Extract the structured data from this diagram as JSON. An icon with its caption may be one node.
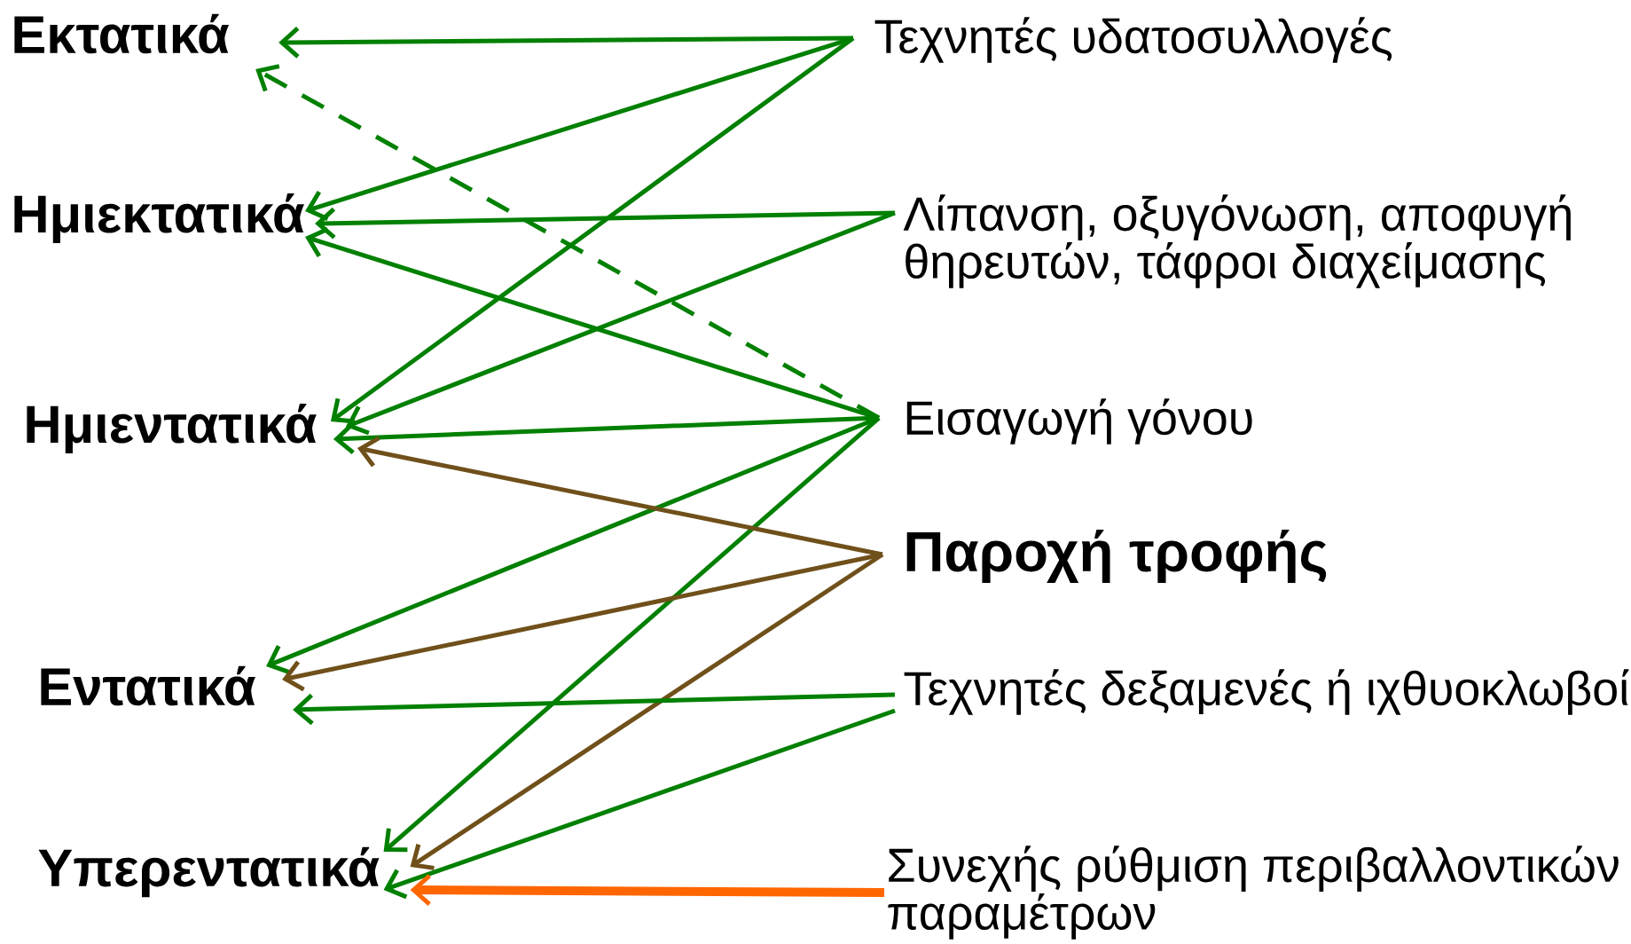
{
  "diagram": {
    "nodes": [
      {
        "text": [
          "Εκτατικά"
        ]
      },
      {
        "text": [
          "Ημιεκτατικά"
        ]
      },
      {
        "text": [
          "Ημιεντατικά"
        ]
      },
      {
        "text": [
          "Εντατικά"
        ]
      },
      {
        "text": [
          "Υπερεντατικά"
        ]
      },
      {
        "text": [
          "Τεχνητές υδατοσυλλογές"
        ]
      },
      {
        "text": [
          "Λίπανση, οξυγόνωση, αποφυγή θηρευτών, τάφροι διαχείμασης"
        ]
      },
      {
        "text": [
          "Εισαγωγή γόνου"
        ]
      },
      {
        "text": [
          "Παροχή τροφής"
        ]
      },
      {
        "text": [
          "Τεχνητές δεξαμενές ή ιχθυοκλωβοί"
        ]
      },
      {
        "text": [
          "Συνεχής ρύθμιση περιβαλλοντικών παραμέτρων"
        ]
      }
    ],
    "edges": [
      {
        "from": 5,
        "to": 0,
        "arrow": "to"
      },
      {
        "from": 5,
        "to": 1,
        "arrow": "to"
      },
      {
        "from": 5,
        "to": 2,
        "arrow": "to"
      },
      {
        "from": 6,
        "to": 1,
        "arrow": "to"
      },
      {
        "from": 6,
        "to": 2,
        "arrow": "to"
      },
      {
        "from": 7,
        "to": 0,
        "arrow": "to",
        "style": "dashed"
      },
      {
        "from": 7,
        "to": 1,
        "arrow": "to"
      },
      {
        "from": 7,
        "to": 2,
        "arrow": "to"
      },
      {
        "from": 7,
        "to": 3,
        "arrow": "to"
      },
      {
        "from": 7,
        "to": 4,
        "arrow": "to"
      },
      {
        "from": 8,
        "to": 2,
        "arrow": "to",
        "color": "#70501a"
      },
      {
        "from": 8,
        "to": 3,
        "arrow": "to",
        "color": "#70501a"
      },
      {
        "from": 8,
        "to": 4,
        "arrow": "to",
        "color": "#70501a"
      },
      {
        "from": 9,
        "to": 3,
        "arrow": "to"
      },
      {
        "from": 9,
        "to": 4,
        "arrow": "to"
      },
      {
        "from": 10,
        "to": 4,
        "arrow": "to",
        "style": "thick",
        "color": "#ff6600"
      }
    ]
  }
}
